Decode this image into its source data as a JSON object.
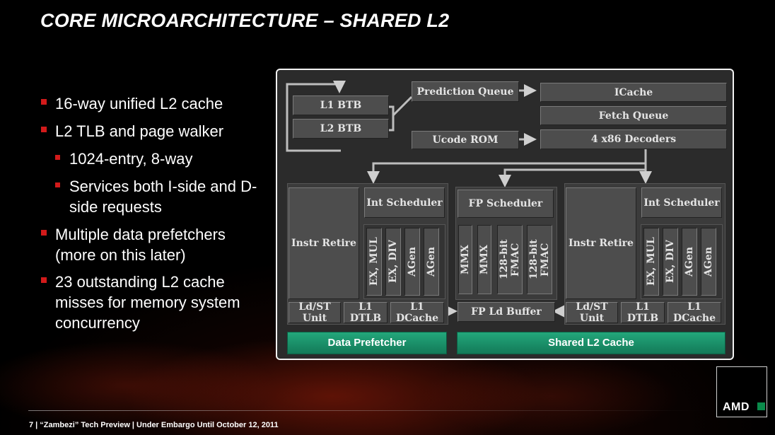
{
  "title": "CORE MICROARCHITECTURE – SHARED L2",
  "bullets": [
    {
      "level": 1,
      "text": "16-way unified L2 cache"
    },
    {
      "level": 1,
      "text": "L2 TLB and page walker"
    },
    {
      "level": 2,
      "text": "1024-entry, 8-way"
    },
    {
      "level": 2,
      "text": "Services both I-side and D-side requests"
    },
    {
      "level": 1,
      "text": "Multiple data prefetchers (more on this later)"
    },
    {
      "level": 1,
      "text": "23 outstanding L2 cache misses for memory system concurrency"
    }
  ],
  "diagram": {
    "l1_btb": "L1 BTB",
    "l2_btb": "L2 BTB",
    "prediction_queue": "Prediction Queue",
    "icache": "ICache",
    "fetch_queue": "Fetch Queue",
    "ucode_rom": "Ucode ROM",
    "decoders": "4 x86 Decoders",
    "left_core": {
      "instr_retire": "Instr Retire",
      "int_scheduler": "Int Scheduler",
      "units": [
        "EX, MUL",
        "EX, DIV",
        "AGen",
        "AGen"
      ],
      "ldst_unit": "Ld/ST Unit",
      "l1_dtlb": "L1 DTLB",
      "l1_dcache": "L1 DCache"
    },
    "fpu": {
      "fp_scheduler": "FP Scheduler",
      "units": [
        "MMX",
        "MMX",
        "128-bit FMAC",
        "128-bit FMAC"
      ],
      "fp_ld_buffer": "FP Ld Buffer"
    },
    "right_core": {
      "instr_retire": "Instr Retire",
      "int_scheduler": "Int Scheduler",
      "units": [
        "EX, MUL",
        "EX, DIV",
        "AGen",
        "AGen"
      ],
      "ldst_unit": "Ld/ST Unit",
      "l1_dtlb": "L1 DTLB",
      "l1_dcache": "L1 DCache"
    },
    "data_prefetcher": "Data Prefetcher",
    "shared_l2": "Shared L2 Cache"
  },
  "footer": "7 | “Zambezi” Tech Preview | Under Embargo Until October 12, 2011",
  "logo": {
    "text": "AMD",
    "icon": "amd-arrow-icon",
    "accent": "#0a8a4a"
  },
  "colors": {
    "bullet": "#d21a1a",
    "highlight": "#1f9e72",
    "block": "#4d4d4d"
  }
}
